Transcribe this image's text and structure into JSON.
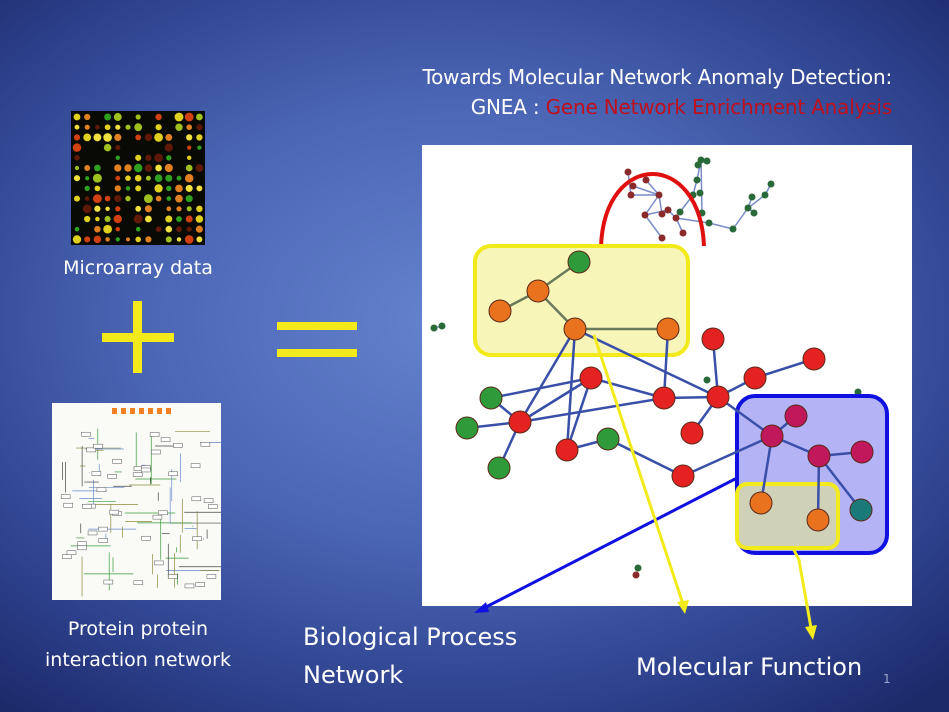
{
  "title": {
    "line1": "Towards Molecular Network Anomaly Detection:",
    "line2_prefix": "GNEA : ",
    "line2_highlight": "Gene Network Enrichment Analysis"
  },
  "left": {
    "microarray_caption": "Microarray data",
    "ppi_caption_line1": "Protein protein",
    "ppi_caption_line2": "interaction network"
  },
  "labels": {
    "biological_process_line1": "Biological Process",
    "biological_process_line2": "Network",
    "molecular_function": "Molecular Function"
  },
  "page_number": "1",
  "colors": {
    "highlight_red": "#c0101c",
    "yellow": "#f2ea1a",
    "blue_box": "#1010e0"
  }
}
